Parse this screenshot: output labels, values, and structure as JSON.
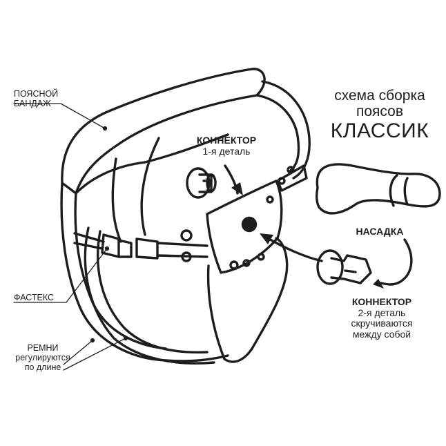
{
  "title": {
    "line1": "схема сборка",
    "line2": "поясов",
    "line3": "КЛАССИК"
  },
  "labels": {
    "belt_line1": "ПОЯСНОЙ",
    "belt_line2": "БАНДАЖ",
    "fastex": "ФАСТЕКС",
    "straps_line1": "РЕМНИ",
    "straps_line2": "регулируются",
    "straps_line3": "по длине",
    "connector1_title": "КОННЕКТОР",
    "connector1_sub": "1-я деталь",
    "nasadka": "НАСАДКА",
    "connector2_title": "КОННЕКТОР",
    "connector2_line2": "2-я деталь",
    "connector2_line3": "скручиваются",
    "connector2_line4": "между собой"
  },
  "colors": {
    "stroke": "#1d1d1b",
    "background": "#ffffff"
  }
}
